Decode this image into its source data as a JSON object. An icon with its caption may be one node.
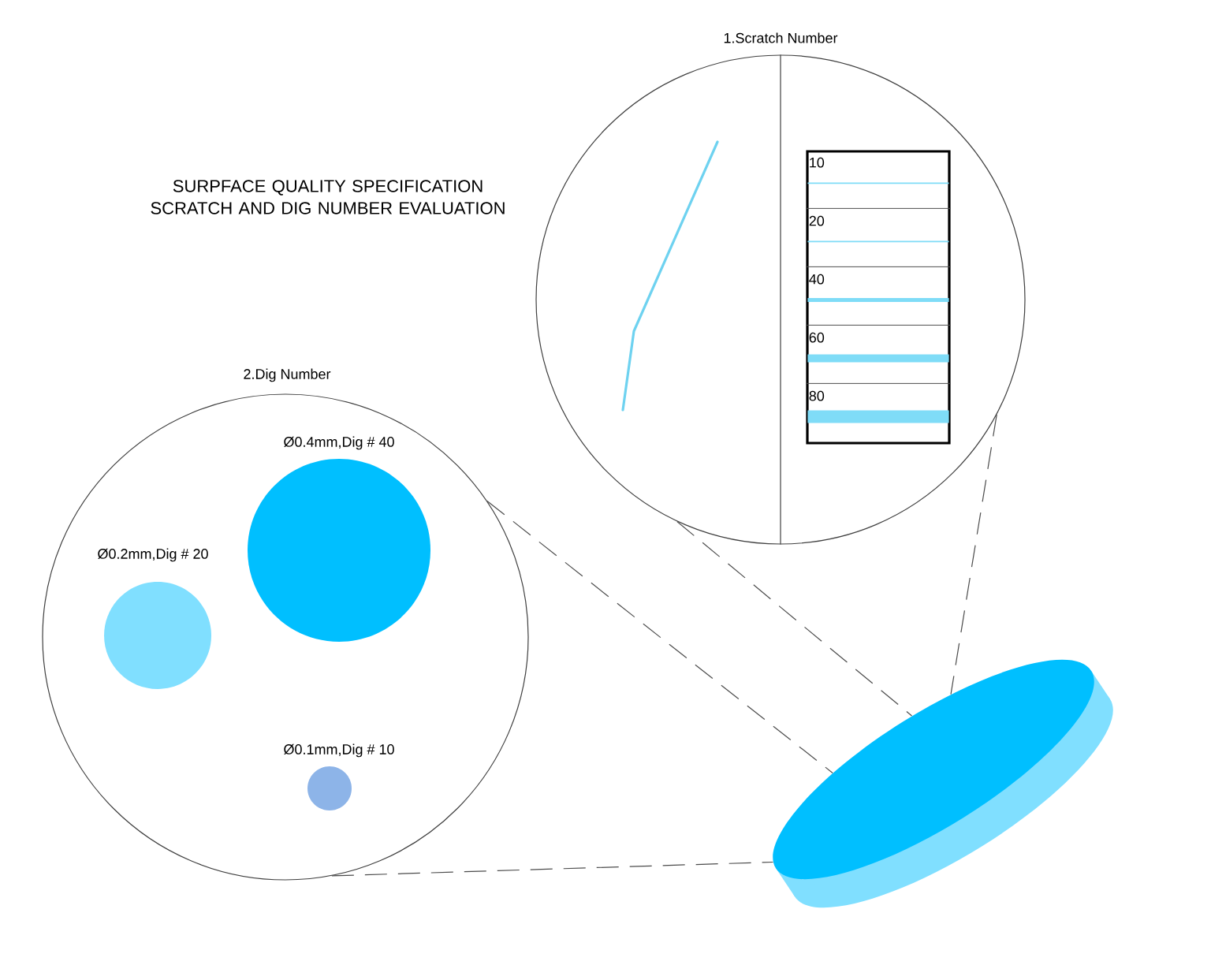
{
  "diagram": {
    "title": "SURPFACE QUALITY SPECIFICATION SCRATCH AND DIG NUMBER EVALUATION",
    "nodes": [
      {
        "text": [
          "1.Scratch Number"
        ]
      },
      {
        "text": [
          "10",
          "20",
          "40",
          "60",
          "80"
        ],
        "in": 0
      },
      {
        "text": [
          "2.Dig Number"
        ]
      },
      {
        "text": [
          "Ø0.4mm,Dig # 40"
        ],
        "in": 2
      },
      {
        "text": [
          "Ø0.2mm,Dig # 20"
        ],
        "in": 2
      },
      {
        "text": [
          "Ø0.1mm,Dig # 10"
        ],
        "in": 2
      },
      {
        "text": [],
        "shape": "cylinder"
      }
    ],
    "edges": [
      {
        "from": 0,
        "to": 6,
        "arrow": "none",
        "style": "dashed"
      },
      {
        "from": 0,
        "to": 6,
        "arrow": "none",
        "style": "dashed"
      },
      {
        "from": 2,
        "to": 6,
        "arrow": "none",
        "style": "dashed"
      },
      {
        "from": 2,
        "to": 6,
        "arrow": "none",
        "style": "dashed"
      }
    ]
  }
}
